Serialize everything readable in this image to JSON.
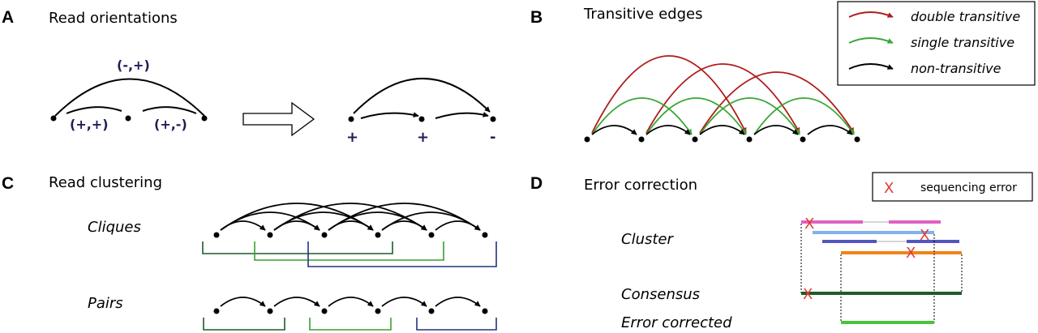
{
  "panels": {
    "a": {
      "letter": "A",
      "title": "Read orientations",
      "labels": {
        "top": "(-,+)",
        "left": "(+,+)",
        "right": "(+,-)"
      },
      "signs": [
        "+",
        "+",
        "-"
      ]
    },
    "b": {
      "letter": "B",
      "title": "Transitive edges",
      "legend": {
        "double": "double transitive",
        "single": "single transitive",
        "non": "non-transitive"
      }
    },
    "c": {
      "letter": "C",
      "title": "Read clustering",
      "cliques": "Cliques",
      "pairs": "Pairs"
    },
    "d": {
      "letter": "D",
      "title": "Error correction",
      "legend_label": "sequencing error",
      "error_glyph": "X",
      "cluster": "Cluster",
      "consensus": "Consensus",
      "corrected": "Error corrected"
    }
  },
  "colors": {
    "double_transitive": "#b01c1c",
    "single_transitive": "#3aa635",
    "non_transitive": "#000000",
    "navy": "#1f1f55",
    "cluster_dark_green": "#1e5b2a",
    "cluster_green": "#37a12f",
    "cluster_blue": "#22337f",
    "read_pink": "#e060c4",
    "read_light_blue": "#7fb2ee",
    "read_purple": "#5355c0",
    "read_orange": "#f0841a",
    "consensus": "#1e5b2a",
    "corrected": "#4cc23c",
    "error": "#e03c31"
  }
}
